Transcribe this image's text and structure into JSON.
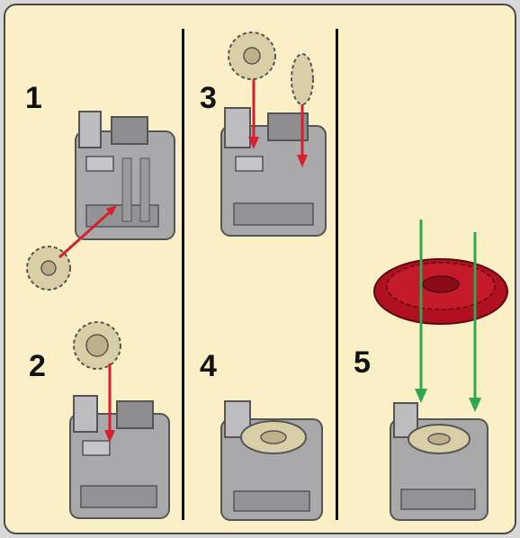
{
  "steps": [
    {
      "number": "1"
    },
    {
      "number": "2"
    },
    {
      "number": "3"
    },
    {
      "number": "4"
    },
    {
      "number": "5"
    }
  ],
  "colors": {
    "background": "#fbefc5",
    "motor_gray": "#a9a9ab",
    "gear_beige": "#d9cfa6",
    "gear_red": "#b01020",
    "arrow_red": "#d8202c",
    "arrow_green": "#2fa84f"
  },
  "icons": [
    "motor-housing-icon",
    "small-gear-icon",
    "large-red-gear-icon",
    "arrow-icon"
  ]
}
